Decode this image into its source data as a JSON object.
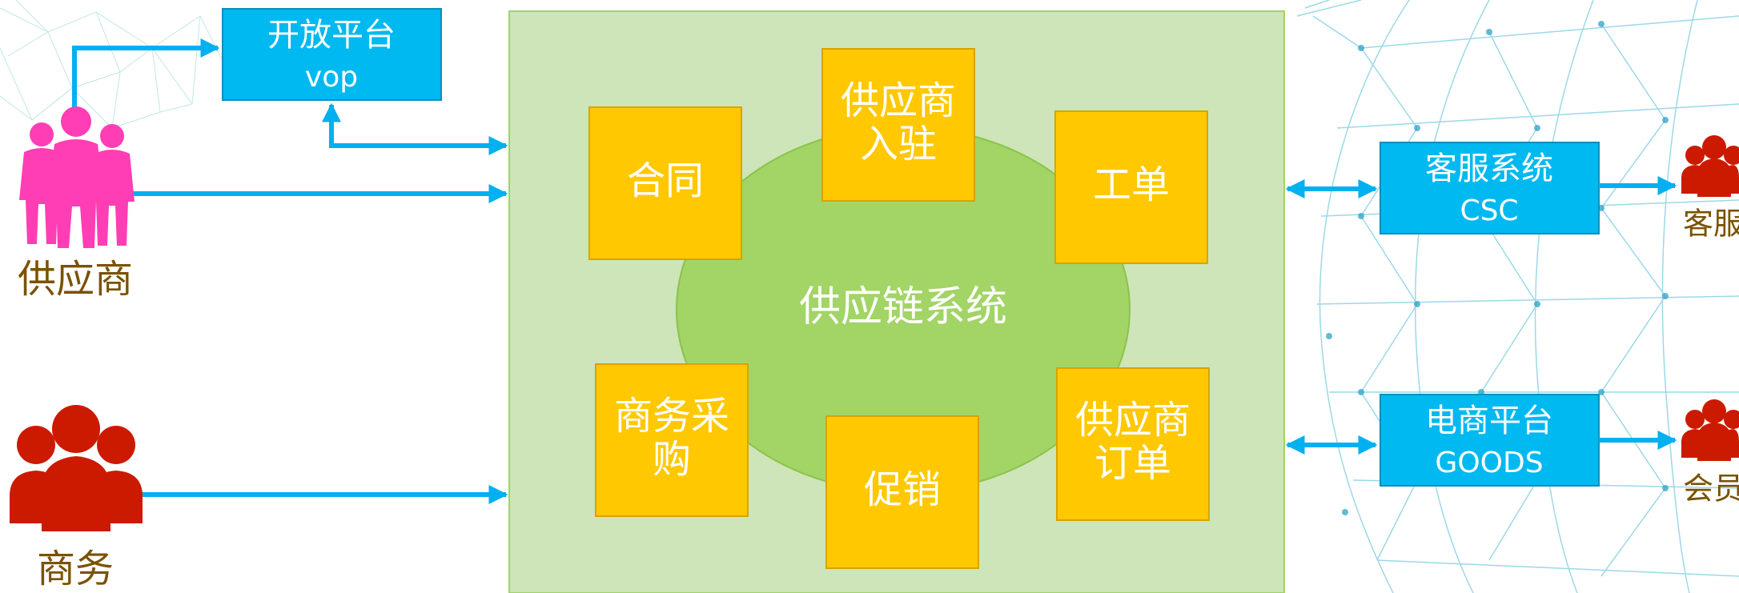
{
  "open_platform": {
    "line1": "开放平台",
    "line2": "vop"
  },
  "supplier_actor": {
    "label": "供应商"
  },
  "business_actor": {
    "label": "商务"
  },
  "supply_chain": {
    "center_label": "供应链系统",
    "modules": {
      "contract": [
        "合同"
      ],
      "supplier_onboarding": [
        "供应商",
        "入驻"
      ],
      "work_order": [
        "工单"
      ],
      "business_purchase": [
        "商务采",
        "购"
      ],
      "promotion": [
        "促销"
      ],
      "supplier_order": [
        "供应商",
        "订单"
      ]
    }
  },
  "csc_system": {
    "line1": "客服系统",
    "line2": "CSC"
  },
  "goods_platform": {
    "line1": "电商平台",
    "line2": "GOODS"
  },
  "customer_service_actor": {
    "label": "客服"
  },
  "member_actor": {
    "label": "会员"
  },
  "colors": {
    "blue_box": "#00B9F0",
    "arrow": "#00B0F0",
    "panel_bg": "#CDE5B8",
    "ellipse": "#A2D466",
    "module_box": "#FFC800",
    "supplier_pink": "#FF3EB5",
    "person_red": "#CC1A00",
    "label_brown": "#7A5200"
  }
}
